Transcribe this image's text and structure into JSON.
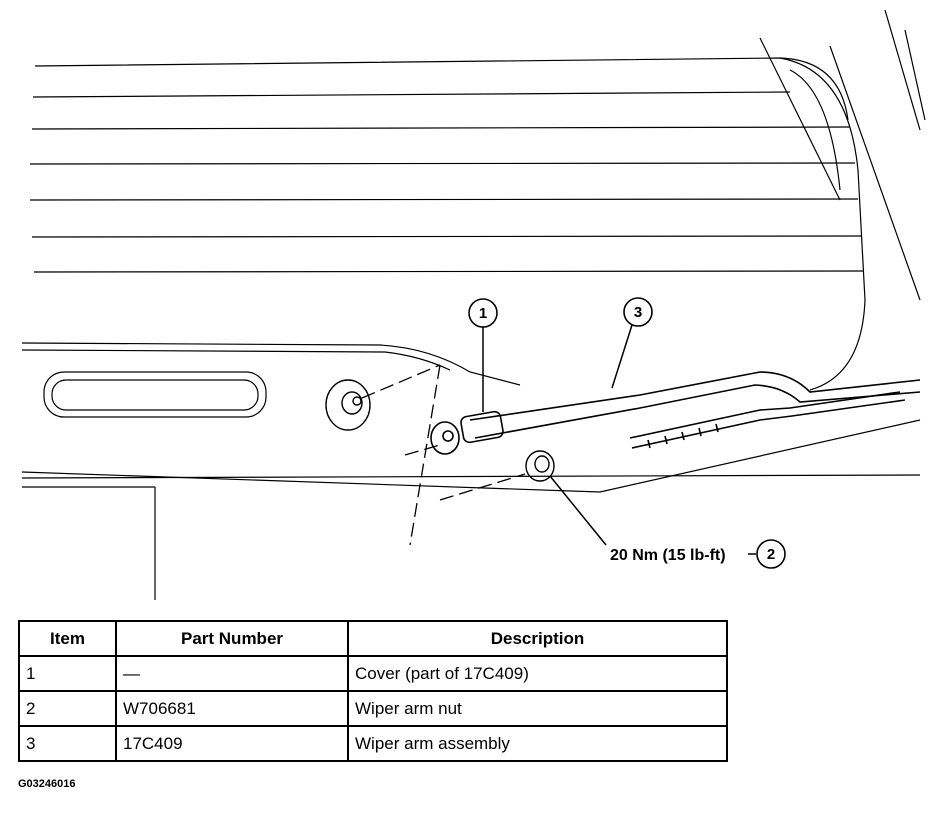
{
  "diagram": {
    "callouts": [
      {
        "number": "1"
      },
      {
        "number": "2"
      },
      {
        "number": "3"
      }
    ],
    "torque_label": "20 Nm (15 lb-ft)"
  },
  "table": {
    "headers": [
      "Item",
      "Part Number",
      "Description"
    ],
    "rows": [
      [
        "1",
        "—",
        "Cover (part of 17C409)"
      ],
      [
        "2",
        "W706681",
        "Wiper arm nut"
      ],
      [
        "3",
        "17C409",
        "Wiper arm assembly"
      ]
    ]
  },
  "figure_id": "G03246016"
}
